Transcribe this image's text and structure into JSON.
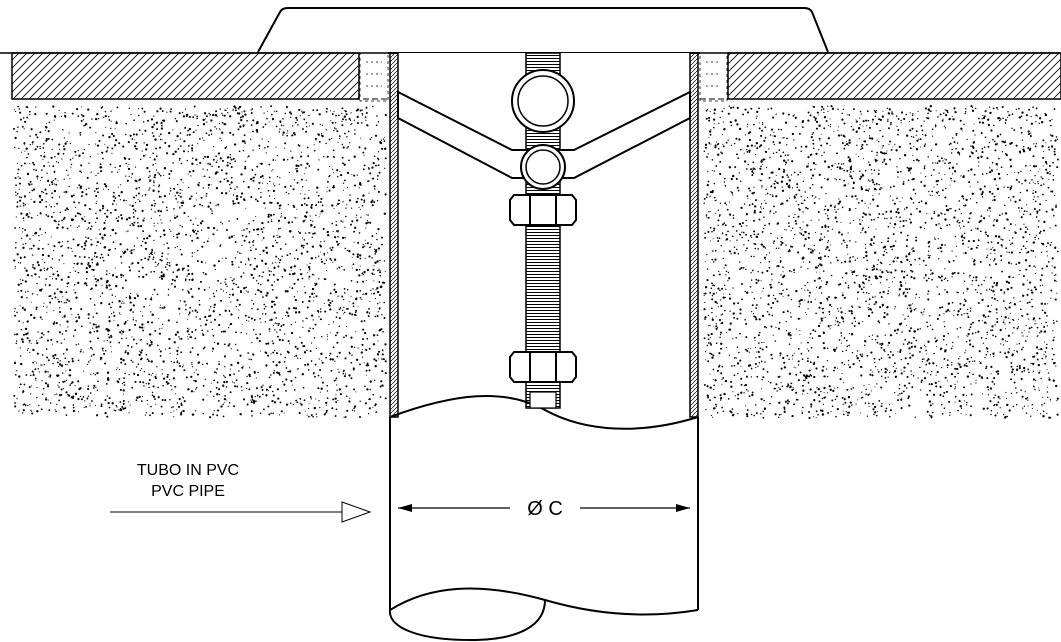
{
  "labels": {
    "pipe_it": "TUBO IN PVC",
    "pipe_en": "PVC PIPE",
    "diameter": "Ø C"
  },
  "colors": {
    "line": "#000000",
    "background": "#ffffff"
  }
}
